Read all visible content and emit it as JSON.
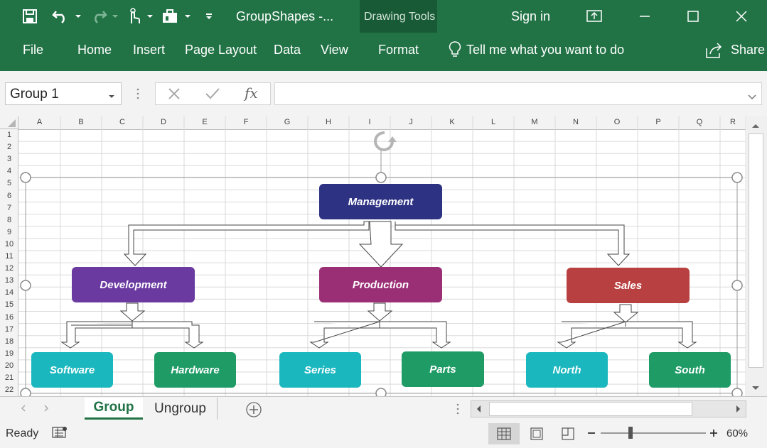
{
  "title_bar": {
    "document_title": "GroupShapes  -...",
    "context_label": "Drawing Tools",
    "sign_in": "Sign in"
  },
  "ribbon": {
    "tabs": [
      "File",
      "Home",
      "Insert",
      "Page Layout",
      "Data",
      "View",
      "Format"
    ],
    "tell_me": "Tell me what you want to do",
    "share": "Share"
  },
  "formula_bar": {
    "name_box": "Group 1",
    "fx": "fx",
    "formula_value": ""
  },
  "columns": [
    "A",
    "B",
    "C",
    "D",
    "E",
    "F",
    "G",
    "H",
    "I",
    "J",
    "K",
    "L",
    "M",
    "N",
    "O",
    "P",
    "Q",
    "R"
  ],
  "rows": [
    "1",
    "2",
    "3",
    "4",
    "5",
    "6",
    "7",
    "8",
    "9",
    "10",
    "11",
    "12",
    "13",
    "14",
    "15",
    "16",
    "17",
    "18",
    "19",
    "20",
    "21",
    "22"
  ],
  "org_chart": {
    "root": "Management",
    "departments": [
      "Development",
      "Production",
      "Sales"
    ],
    "leaves": [
      "Software",
      "Hardware",
      "Series",
      "Parts",
      "North",
      "South"
    ],
    "colors": {
      "management": "#2e3283",
      "development": "#6a3aa0",
      "production": "#9b2f76",
      "sales": "#b94040",
      "teal": "#1bb7bf",
      "green": "#1f9b66"
    }
  },
  "sheet_tabs": {
    "active": "Group",
    "other": "Ungroup"
  },
  "status": {
    "ready": "Ready",
    "zoom": "60%"
  },
  "accent_color": "#217346"
}
